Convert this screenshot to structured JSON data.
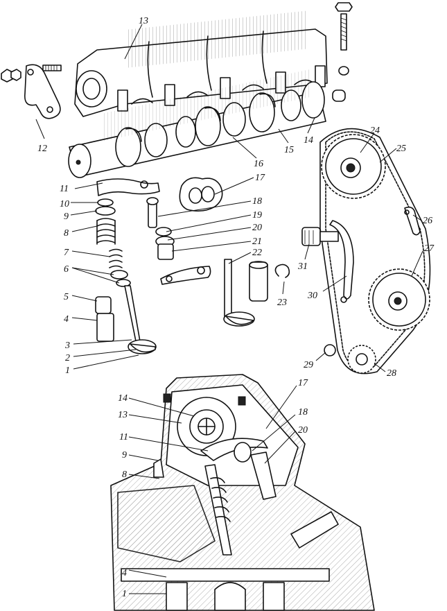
{
  "labels": {
    "exploded": [
      "13",
      "12",
      "11",
      "10",
      "9",
      "8",
      "7",
      "6",
      "5",
      "4",
      "3",
      "2",
      "1",
      "14",
      "15",
      "16",
      "17",
      "18",
      "19",
      "20",
      "21",
      "22",
      "23",
      "24",
      "25",
      "26",
      "27",
      "28",
      "29",
      "30",
      "31"
    ],
    "section": [
      "14",
      "13",
      "11",
      "9",
      "8",
      "4",
      "1",
      "17",
      "18",
      "20"
    ]
  }
}
